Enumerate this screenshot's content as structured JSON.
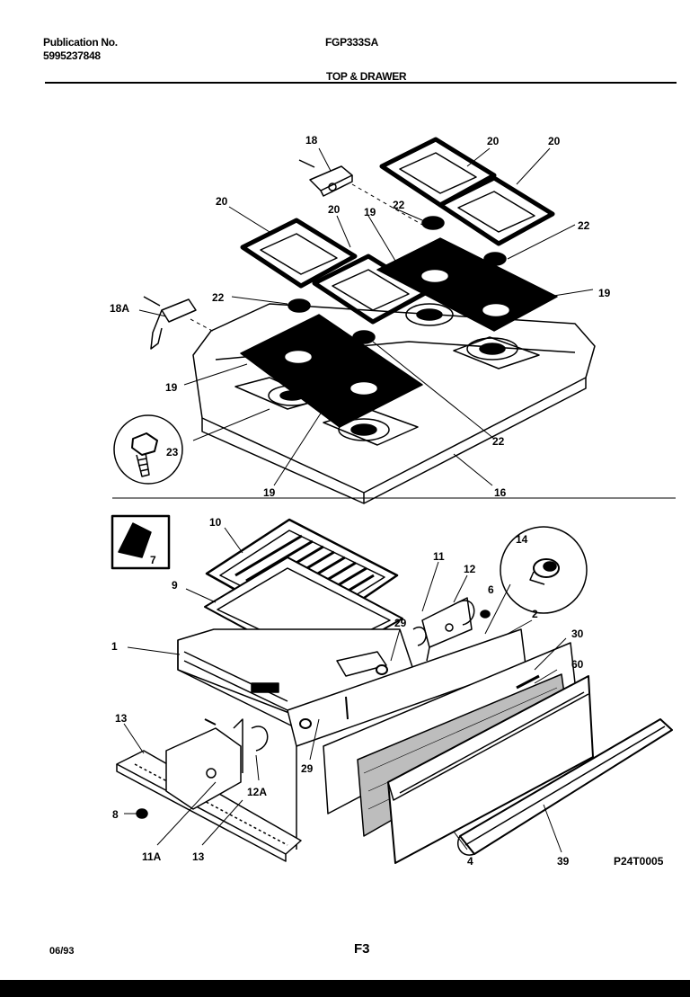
{
  "header": {
    "publication_label": "Publication No.",
    "publication_number": "5995237848",
    "model": "FGP333SA",
    "section_title": "TOP & DRAWER"
  },
  "diagram": {
    "reference_code": "P24T0005",
    "callouts": [
      "18",
      "20",
      "20",
      "20",
      "20",
      "19",
      "22",
      "22",
      "22",
      "22",
      "18A",
      "19",
      "19",
      "19",
      "23",
      "16",
      "10",
      "11",
      "12",
      "14",
      "7",
      "9",
      "6",
      "2",
      "30",
      "1",
      "29",
      "60",
      "13",
      "12A",
      "29",
      "8",
      "11A",
      "13",
      "4",
      "39"
    ]
  },
  "footer": {
    "date": "06/93",
    "page": "F3"
  }
}
